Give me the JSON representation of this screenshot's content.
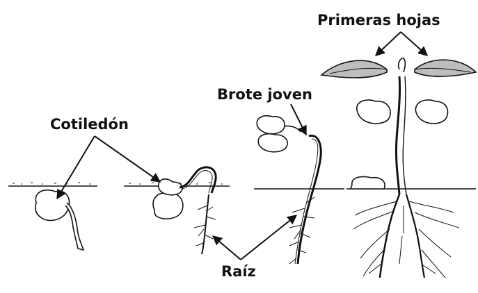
{
  "labels": {
    "primeras_hojas": "Primeras hojas",
    "brote_joven": "Brote joven",
    "cotiledon": "Cotiledón",
    "raiz": "Raíz"
  },
  "colors": {
    "ink": "#111111",
    "background": "#ffffff",
    "leaf_shade": "#9a9a9a"
  },
  "stages": [
    "seed",
    "germination",
    "young-shoot",
    "seedling"
  ]
}
